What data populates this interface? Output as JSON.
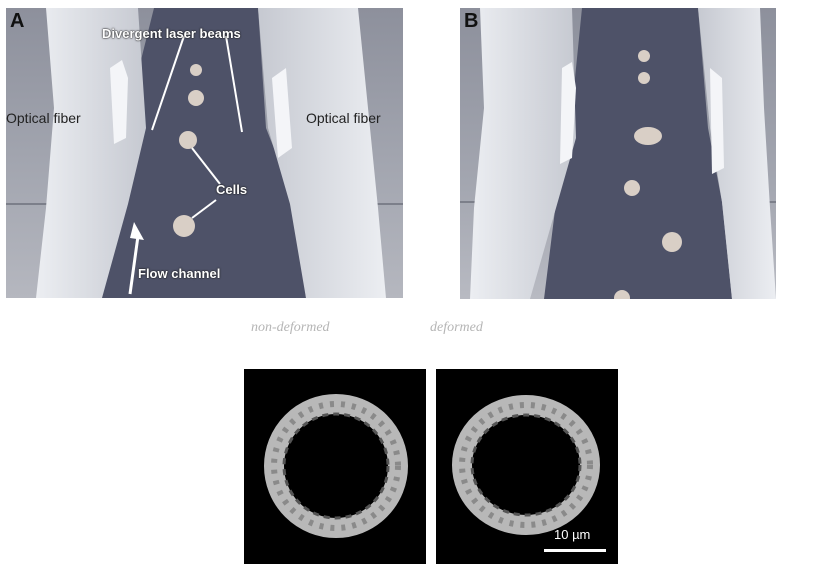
{
  "panel_a": {
    "letter": "A",
    "labels": {
      "divergent_beams": "Divergent laser beams",
      "optical_fiber_left": "Optical fiber",
      "optical_fiber_right": "Optical fiber",
      "cells": "Cells",
      "flow_channel": "Flow channel"
    }
  },
  "panel_b": {
    "letter": "B"
  },
  "captions": {
    "non_deformed": "non-deformed",
    "deformed": "deformed"
  },
  "microscopy": {
    "scale_label": "10 µm"
  },
  "colors": {
    "channel": "#4e5268",
    "background": "#9da0aa",
    "fiber": "#d8dae0",
    "cell": "#d9cfc6",
    "micro_bg": "#000000",
    "ring": "#b8b8b8"
  }
}
